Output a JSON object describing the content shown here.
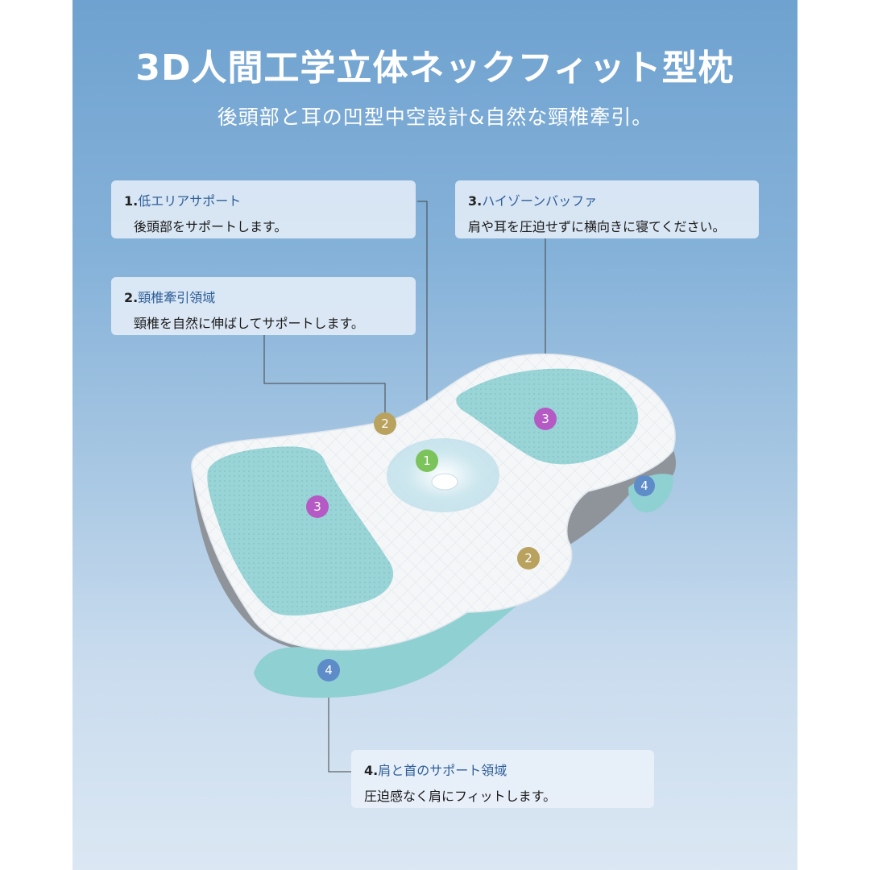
{
  "header": {
    "title": "3D人間工学立体ネックフィット型枕",
    "subtitle": "後頭部と耳の凹型中空設計&自然な頸椎牽引。"
  },
  "callouts": [
    {
      "num": "1.",
      "title": "低エリアサポート",
      "desc": "後頭部をサポートします。"
    },
    {
      "num": "2.",
      "title": "頸椎牽引領域",
      "desc": "頸椎を自然に伸ばしてサポートします。"
    },
    {
      "num": "3.",
      "title": "ハイゾーンバッファ",
      "desc": "肩や耳を圧迫せずに横向きに寝てください。"
    },
    {
      "num": "4.",
      "title": "肩と首のサポート領域",
      "desc": "圧迫感なく肩にフィットします。"
    }
  ],
  "markers": [
    {
      "label": "1",
      "color": "#7cc35c"
    },
    {
      "label": "2",
      "color": "#b9a25e"
    },
    {
      "label": "3",
      "color": "#b55ac4"
    },
    {
      "label": "2",
      "color": "#b9a25e"
    },
    {
      "label": "3",
      "color": "#b55ac4"
    },
    {
      "label": "4",
      "color": "#5d8cc8"
    },
    {
      "label": "4",
      "color": "#5d8cc8"
    }
  ]
}
